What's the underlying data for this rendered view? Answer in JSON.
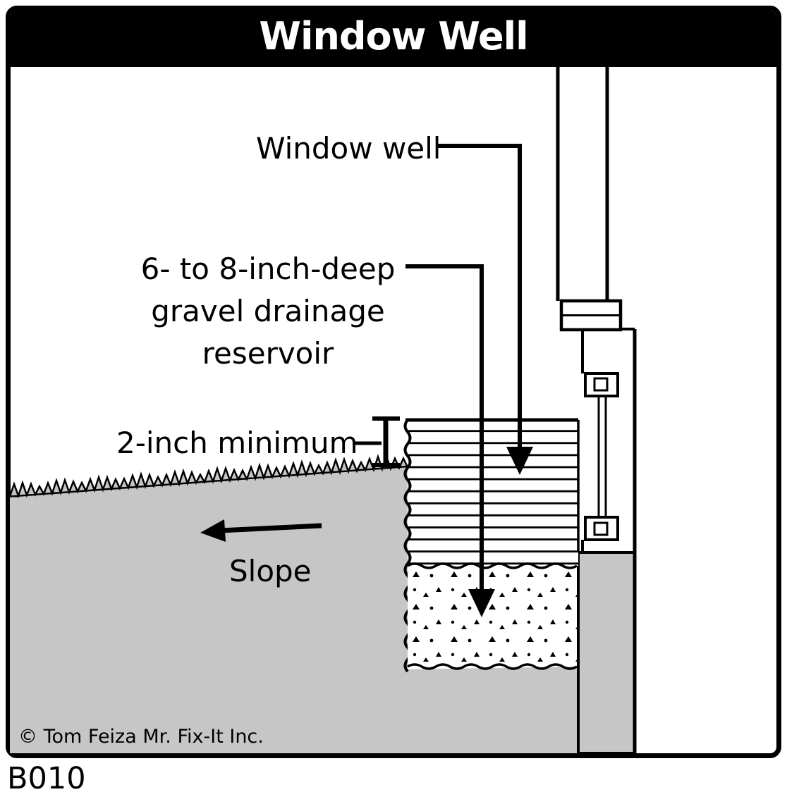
{
  "title": "Window Well",
  "figure_id": "B010",
  "copyright": "© Tom Feiza Mr. Fix-It Inc.",
  "labels": {
    "window_well": "Window well",
    "gravel_reservoir_line1": "6- to 8-inch-deep",
    "gravel_reservoir_line2": "gravel drainage",
    "gravel_reservoir_line3": "reservoir",
    "min_clearance": "2-inch minimum",
    "slope": "Slope"
  },
  "colors": {
    "ink": "#000000",
    "paper": "#ffffff",
    "soil": "#c6c6c6",
    "title_bg": "#000000",
    "title_text": "#ffffff"
  }
}
